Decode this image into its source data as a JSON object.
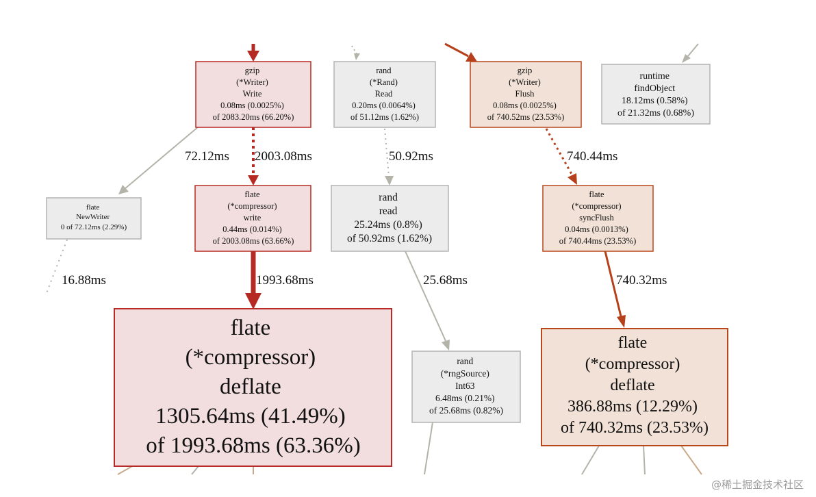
{
  "colors": {
    "hot_fill": "#f2dede",
    "hot_stroke": "#b72a25",
    "warm_fill": "#f1e1d6",
    "warm_stroke": "#b8471c",
    "cold_fill": "#ececec",
    "cold_stroke": "#b3b3b3",
    "edge_hot": "#b52a23",
    "edge_warm": "#b5401b",
    "edge_cold": "#b3b3aa",
    "edge_light": "#c9a98a"
  },
  "nodes": {
    "gzip_write": [
      "gzip",
      "(*Writer)",
      "Write",
      "0.08ms (0.0025%)",
      "of 2083.20ms (66.20%)"
    ],
    "rand_read_rand": [
      "rand",
      "(*Rand)",
      "Read",
      "0.20ms (0.0064%)",
      "of 51.12ms (1.62%)"
    ],
    "gzip_flush": [
      "gzip",
      "(*Writer)",
      "Flush",
      "0.08ms (0.0025%)",
      "of 740.52ms (23.53%)"
    ],
    "runtime_findobject": [
      "runtime",
      "findObject",
      "18.12ms (0.58%)",
      "of 21.32ms (0.68%)"
    ],
    "flate_newwriter": [
      "flate",
      "NewWriter",
      "0 of 72.12ms (2.29%)"
    ],
    "flate_write": [
      "flate",
      "(*compressor)",
      "write",
      "0.44ms (0.014%)",
      "of 2003.08ms (63.66%)"
    ],
    "rand_read": [
      "rand",
      "read",
      "25.24ms (0.8%)",
      "of 50.92ms (1.62%)"
    ],
    "flate_syncflush": [
      "flate",
      "(*compressor)",
      "syncFlush",
      "0.04ms (0.0013%)",
      "of 740.44ms (23.53%)"
    ],
    "flate_deflate_big": [
      "flate",
      "(*compressor)",
      "deflate",
      "1305.64ms (41.49%)",
      "of 1993.68ms (63.36%)"
    ],
    "rand_int63": [
      "rand",
      "(*rngSource)",
      "Int63",
      "6.48ms (0.21%)",
      "of 25.68ms (0.82%)"
    ],
    "flate_deflate_warm": [
      "flate",
      "(*compressor)",
      "deflate",
      "386.88ms (12.29%)",
      "of 740.32ms (23.53%)"
    ]
  },
  "edge_labels": {
    "newwriter": "72.12ms",
    "write_to_compressor": "2003.08ms",
    "rand_read": "50.92ms",
    "flush_to_syncflush": "740.44ms",
    "newwriter_out": "16.88ms",
    "write_to_deflate": "1993.68ms",
    "read_to_int63": "25.68ms",
    "syncflush_to_deflate": "740.32ms"
  },
  "watermark": "@稀土掘金技术社区"
}
